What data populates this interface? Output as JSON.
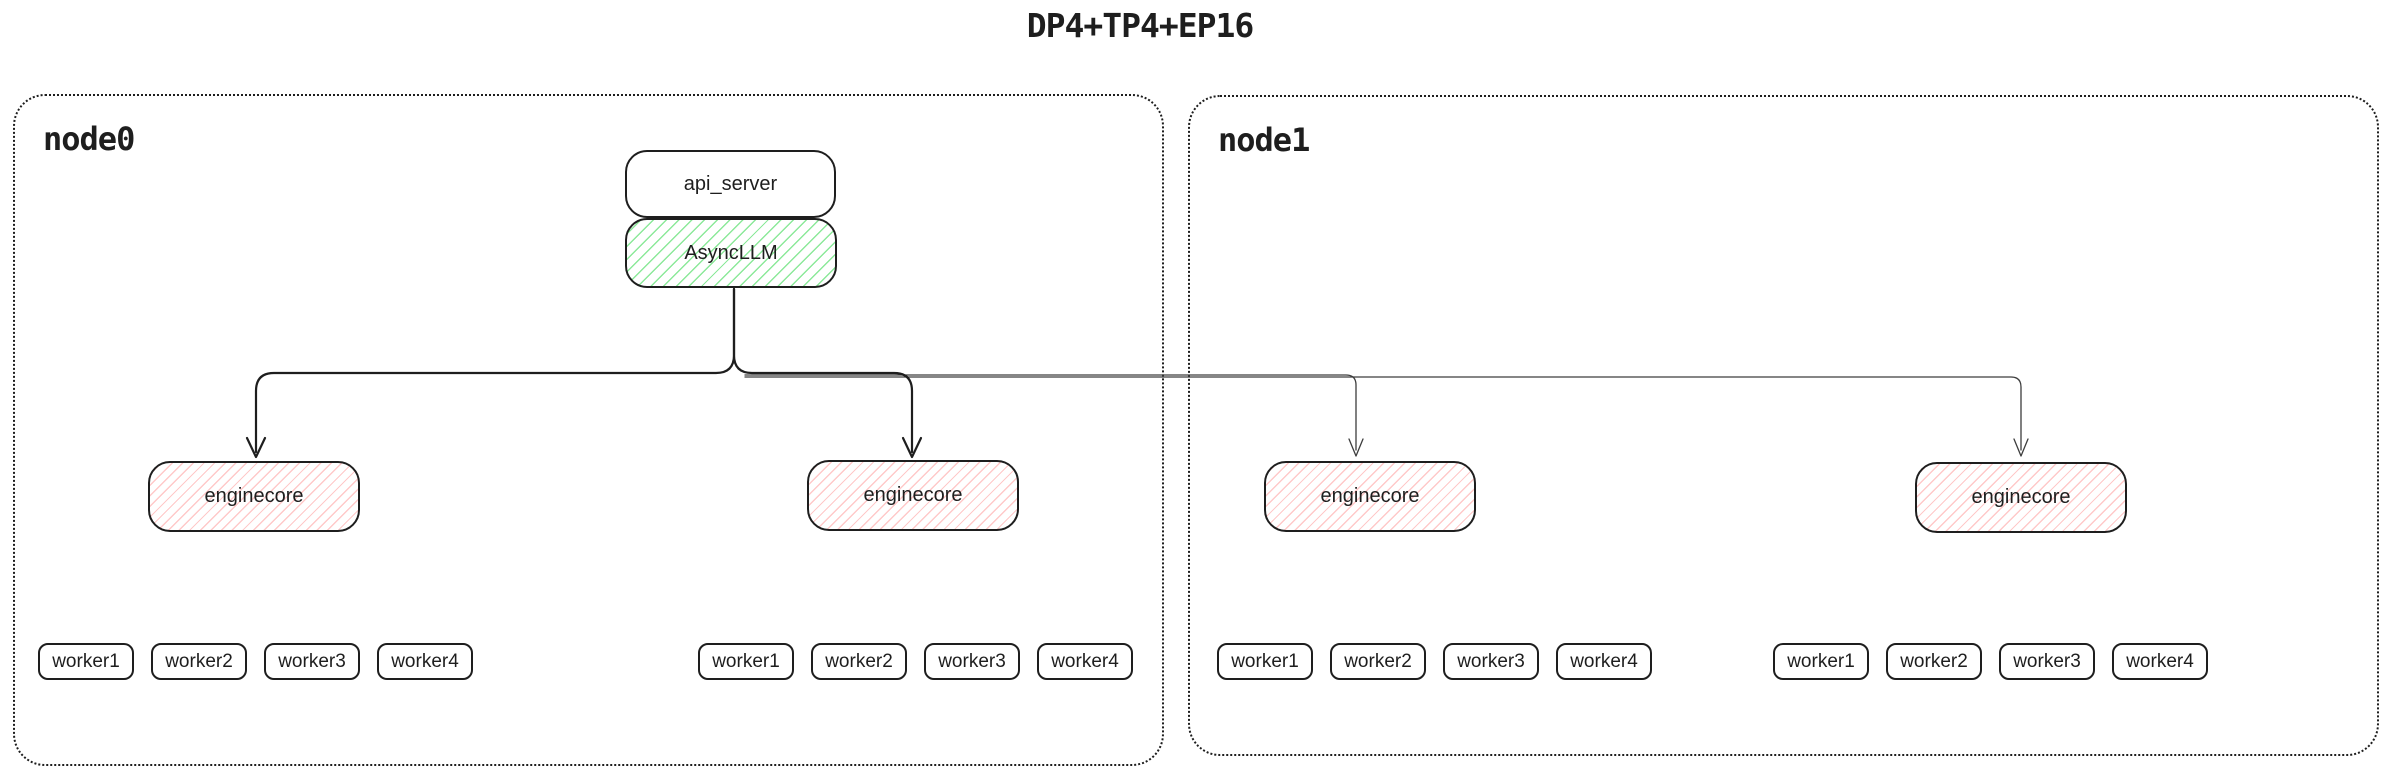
{
  "title": "DP4+TP4+EP16",
  "colors": {
    "stroke": "#1e1e1e",
    "green_hatch": "#8ce99a",
    "red_hatch": "#ffc9c9",
    "thin_line": "#3d3d3d"
  },
  "node0": {
    "label": "node0",
    "api_server_label": "api_server",
    "asyncllm_label": "AsyncLLM",
    "enginecores": [
      {
        "label": "enginecore",
        "workers": [
          "worker1",
          "worker2",
          "worker3",
          "worker4"
        ]
      },
      {
        "label": "enginecore",
        "workers": [
          "worker1",
          "worker2",
          "worker3",
          "worker4"
        ]
      }
    ]
  },
  "node1": {
    "label": "node1",
    "enginecores": [
      {
        "label": "enginecore",
        "workers": [
          "worker1",
          "worker2",
          "worker3",
          "worker4"
        ]
      },
      {
        "label": "enginecore",
        "workers": [
          "worker1",
          "worker2",
          "worker3",
          "worker4"
        ]
      }
    ]
  }
}
